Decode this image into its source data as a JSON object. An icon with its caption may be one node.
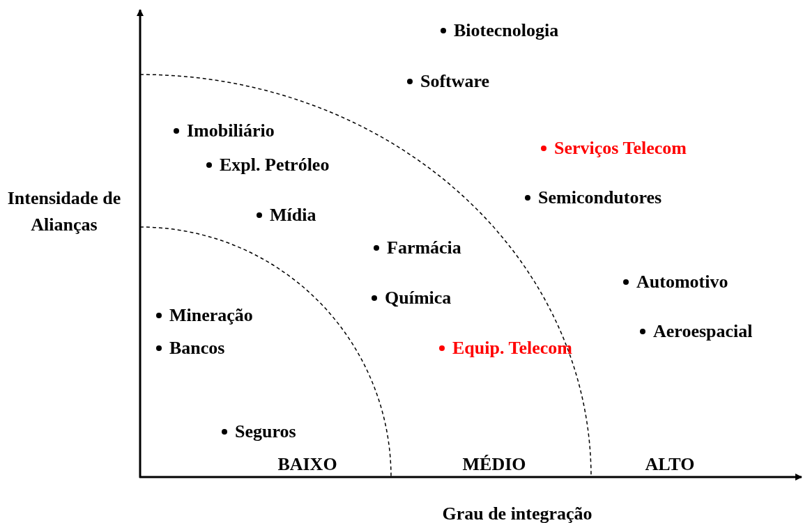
{
  "diagram": {
    "labels": [
      "Biotecnologia",
      "Software",
      "Imobiliário",
      "Serviços Telecom",
      "Expl. Petróleo",
      "Intensidade de Alianças",
      "Semicondutores",
      "Mídia",
      "Farmácia",
      "Automotivo",
      "Química",
      "Mineração",
      "Aeroespacial",
      "Bancos",
      "Equip. Telecom",
      "Seguros",
      "BAIXO",
      "MÉDIO",
      "ALTO",
      "Grau de integração"
    ]
  }
}
